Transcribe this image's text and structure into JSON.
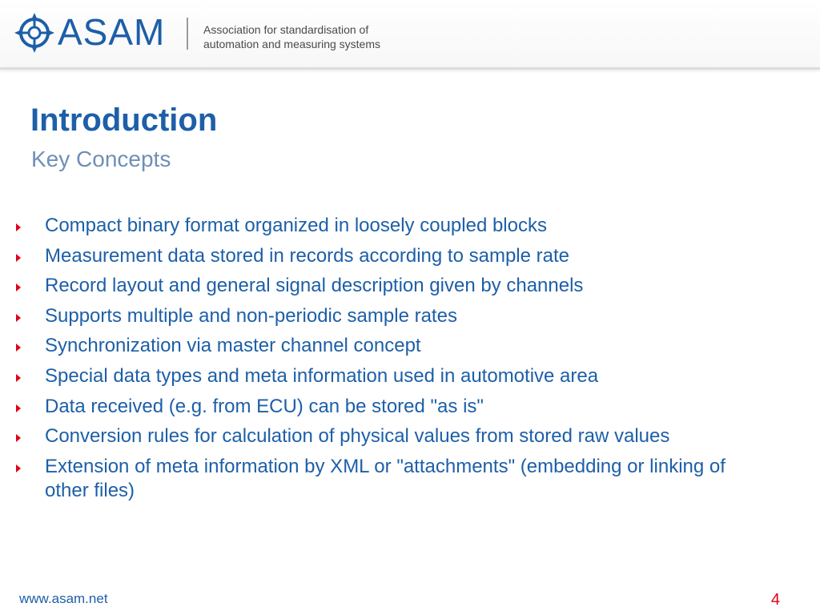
{
  "header": {
    "logo_text": "ASAM",
    "tagline_line1": "Association for standardisation of",
    "tagline_line2": "automation and measuring systems",
    "logo_icon": "asam-target-logo-icon"
  },
  "slide": {
    "title": "Introduction",
    "subtitle": "Key Concepts",
    "bullets": [
      "Compact binary format organized in loosely coupled blocks",
      "Measurement data stored in records according to sample rate",
      "Record layout and general signal description given by channels",
      "Supports multiple and non-periodic sample rates",
      "Synchronization via master channel concept",
      "Special data types and meta information used in automotive area",
      "Data received (e.g. from ECU) can be stored \"as is\"",
      "Conversion rules for calculation of physical values from stored raw values",
      "Extension of meta information by XML or \"attachments\" (embedding or linking of other files)"
    ],
    "bullet_icon": "red-triangle-bullet-icon"
  },
  "footer": {
    "url": "www.asam.net",
    "page_number": "4"
  },
  "colors": {
    "primary_blue": "#1d5fa8",
    "subtitle_blue": "#6f8fb5",
    "accent_red": "#e2001a"
  }
}
